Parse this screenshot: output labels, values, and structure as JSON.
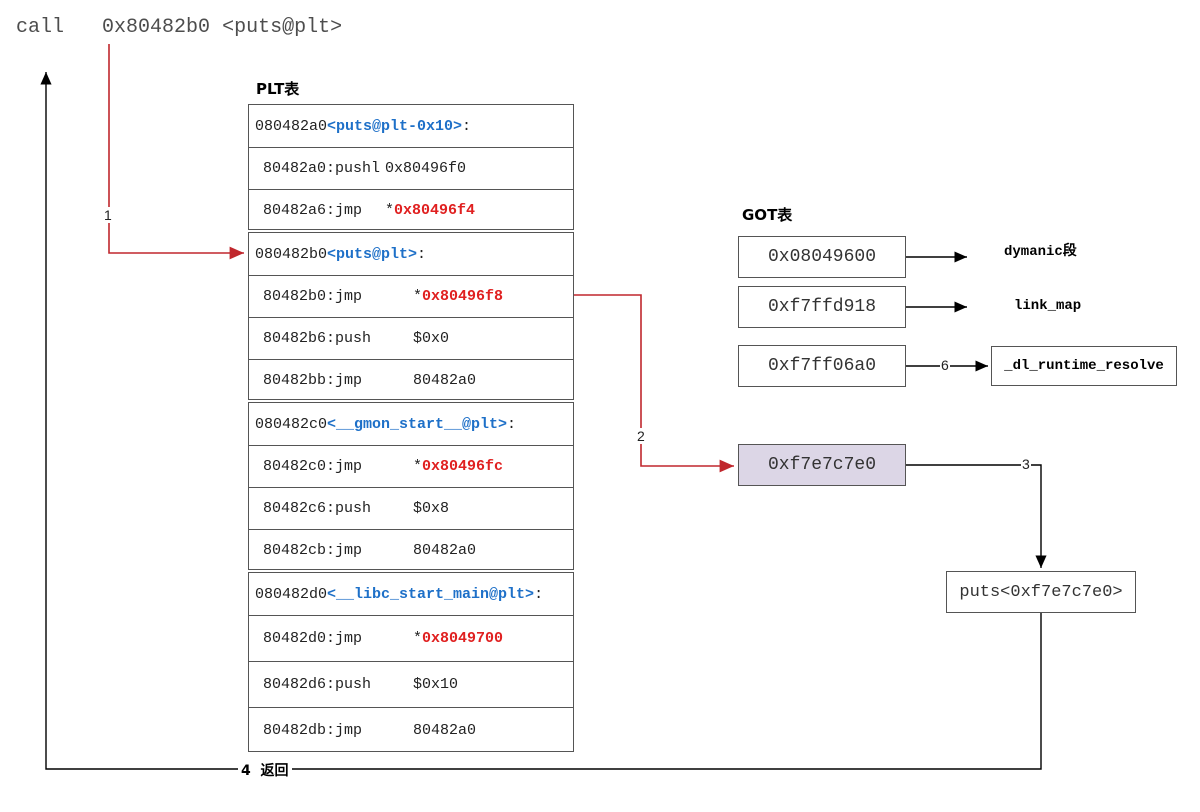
{
  "call_line": {
    "instr": "call",
    "address": "0x80482b0",
    "symbol": "<puts@plt>"
  },
  "plt_title": "PLT表",
  "got_title": "GOT表",
  "plt_groups": [
    {
      "addr": "080482a0",
      "symbol": "<puts@plt-0x10>",
      "rows": [
        {
          "addr": "80482a0:",
          "op": "pushl",
          "arg": "0x80496f0",
          "deref": "",
          "target": ""
        },
        {
          "addr": "80482a6:",
          "op": "jmp",
          "arg": "",
          "deref": "*",
          "target": "0x80496f4"
        }
      ]
    },
    {
      "addr": "080482b0",
      "symbol": "<puts@plt>",
      "rows": [
        {
          "addr": "80482b0:",
          "op": "jmp",
          "arg": "",
          "deref": "*",
          "target": "0x80496f8"
        },
        {
          "addr": "80482b6:",
          "op": "push",
          "arg": "$0x0",
          "deref": "",
          "target": ""
        },
        {
          "addr": "80482bb:",
          "op": "jmp",
          "arg": "80482a0",
          "deref": "",
          "target": ""
        }
      ]
    },
    {
      "addr": "080482c0",
      "symbol": "<__gmon_start__@plt>",
      "rows": [
        {
          "addr": "80482c0:",
          "op": "jmp",
          "arg": "",
          "deref": "*",
          "target": "0x80496fc"
        },
        {
          "addr": "80482c6:",
          "op": "push",
          "arg": "$0x8",
          "deref": "",
          "target": ""
        },
        {
          "addr": "80482cb:",
          "op": "jmp",
          "arg": "80482a0",
          "deref": "",
          "target": ""
        }
      ]
    },
    {
      "addr": "080482d0",
      "symbol": "<__libc_start_main@plt>",
      "rows": [
        {
          "addr": "80482d0:",
          "op": "jmp",
          "arg": "",
          "deref": "*",
          "target": "0x8049700"
        },
        {
          "addr": "80482d6:",
          "op": "push",
          "arg": "$0x10",
          "deref": "",
          "target": ""
        },
        {
          "addr": "80482db:",
          "op": "jmp",
          "arg": "80482a0",
          "deref": "",
          "target": ""
        }
      ]
    }
  ],
  "got_entries": [
    {
      "value": "0x08049600",
      "label": "dymanic段"
    },
    {
      "value": "0xf7ffd918",
      "label": "link_map"
    },
    {
      "value": "0xf7ff06a0",
      "label": "_dl_runtime_resolve"
    },
    {
      "value": "0xf7e7c7e0",
      "label": ""
    }
  ],
  "result_box": "puts<0xf7e7c7e0>",
  "steps": {
    "s1": "1",
    "s2": "2",
    "s3": "3",
    "s4": "4",
    "s6": "6",
    "return_label": "返回"
  },
  "colors": {
    "flow_red": "#c0272d",
    "symbol_blue": "#1e70c8",
    "target_red": "#e02020",
    "highlight": "#dcd6e6"
  }
}
